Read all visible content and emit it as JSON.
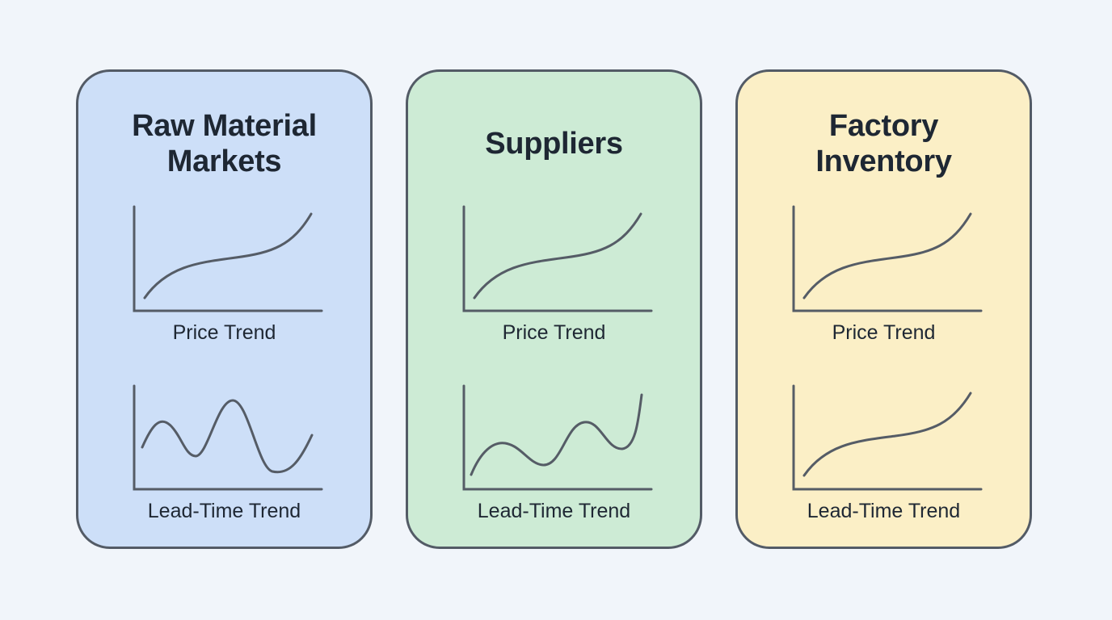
{
  "cards": [
    {
      "title": "Raw Material Markets",
      "title_lines": [
        "Raw Material",
        "Markets"
      ],
      "background": "#cddff8",
      "price_label": "Price Trend",
      "lead_label": "Lead-Time Trend",
      "price_shape": "s-curve-rising",
      "lead_shape": "oscillating"
    },
    {
      "title": "Suppliers",
      "title_lines": [
        "Suppliers"
      ],
      "background": "#cdebd5",
      "price_label": "Price Trend",
      "lead_label": "Lead-Time Trend",
      "price_shape": "s-curve-rising",
      "lead_shape": "wavy-rising"
    },
    {
      "title": "Factory Inventory",
      "title_lines": [
        "Factory",
        "Inventory"
      ],
      "background": "#fbefc6",
      "price_label": "Price Trend",
      "lead_label": "Lead-Time Trend",
      "price_shape": "s-curve-rising",
      "lead_shape": "s-curve-rising"
    }
  ],
  "colors": {
    "page_background": "#f1f5fa",
    "card_border": "#535b66",
    "line": "#555c66",
    "text": "#1e2733"
  }
}
